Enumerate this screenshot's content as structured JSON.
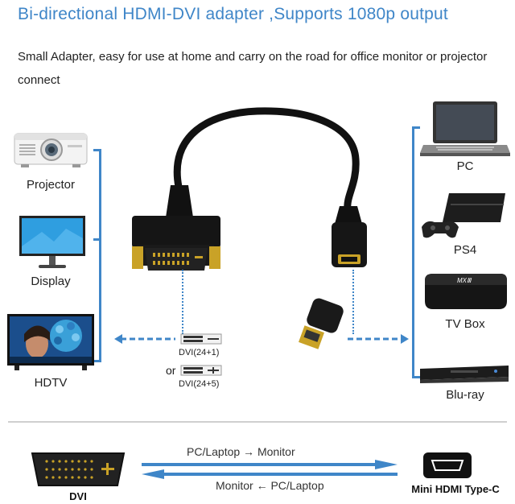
{
  "header": {
    "title": "Bi-directional HDMI-DVI adapter ,Supports 1080p output",
    "subtitle": "Small Adapter, easy for use at home and carry on the road for office monitor or projector connect"
  },
  "left_devices": [
    {
      "label": "Projector"
    },
    {
      "label": "Display"
    },
    {
      "label": "HDTV"
    }
  ],
  "right_devices": [
    {
      "label": "PC"
    },
    {
      "label": "PS4"
    },
    {
      "label": "TV Box"
    },
    {
      "label": "Blu-ray"
    }
  ],
  "dvi_types": {
    "first": "DVI(24+1)",
    "or": "or",
    "second": "DVI(24+5)"
  },
  "tv_box_brand": "MXⅢ",
  "direction": {
    "forward": "PC/Laptop → Monitor",
    "reverse": "Monitor ← PC/Laptop"
  },
  "connectors": {
    "left": "DVI",
    "right": "Mini HDMI Type-C"
  },
  "colors": {
    "accent": "#3f86c8"
  }
}
